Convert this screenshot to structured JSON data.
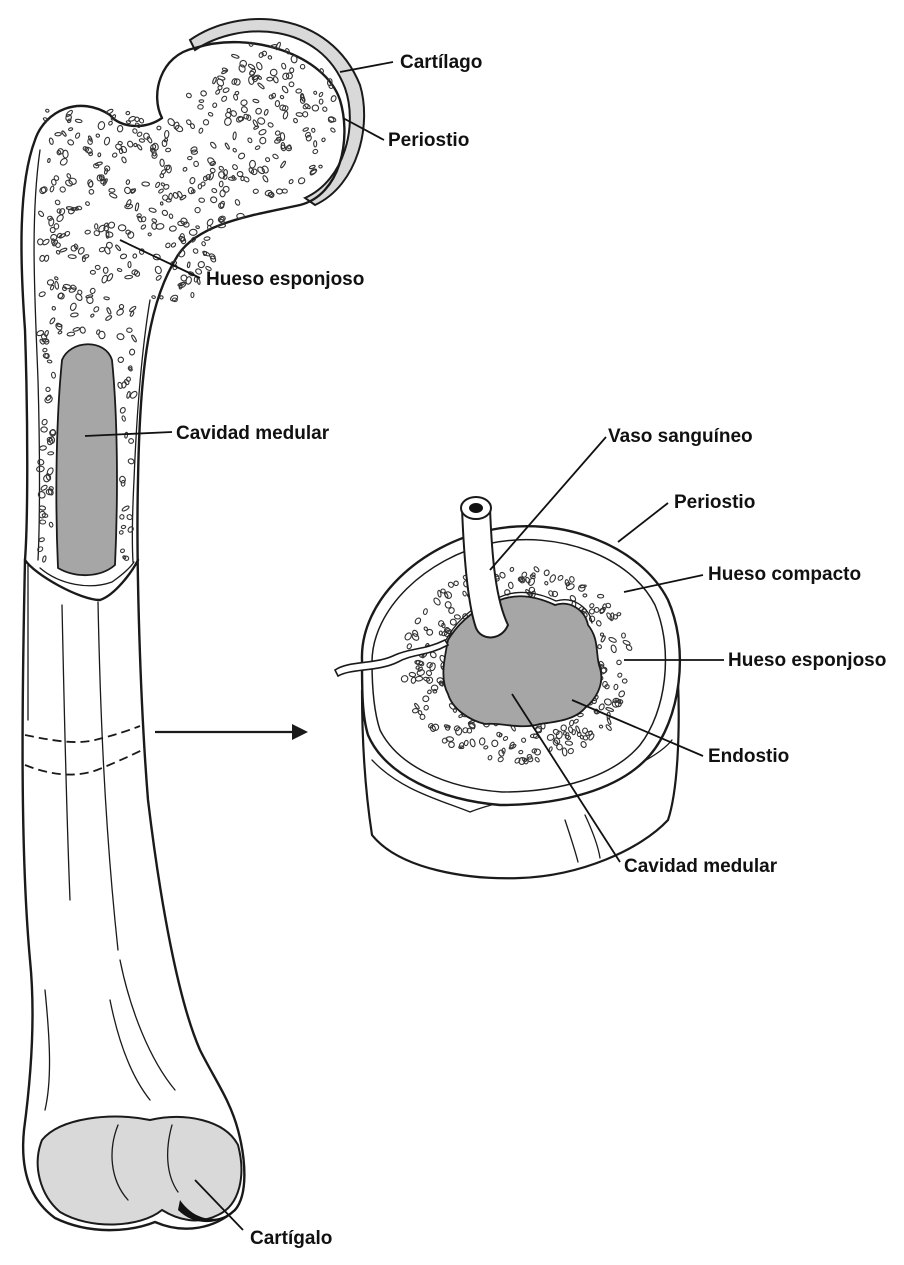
{
  "labels": {
    "cartilago_top": "Cartílago",
    "periostio_femur": "Periostio",
    "hueso_esponjoso_femur": "Hueso esponjoso",
    "cavidad_medular_femur": "Cavidad medular",
    "vaso_sanguineo": "Vaso sanguíneo",
    "periostio_section": "Periostio",
    "hueso_compacto": "Hueso compacto",
    "hueso_esponjoso_section": "Hueso esponjoso",
    "endostio": "Endostio",
    "cavidad_medular_section": "Cavidad medular",
    "cartilago_bottom": "Cartígalo"
  },
  "colors": {
    "ink": "#1a1a1a",
    "cartilage_fill": "#d9d9d9",
    "marrow_fill": "#a6a6a6",
    "background": "#ffffff"
  }
}
